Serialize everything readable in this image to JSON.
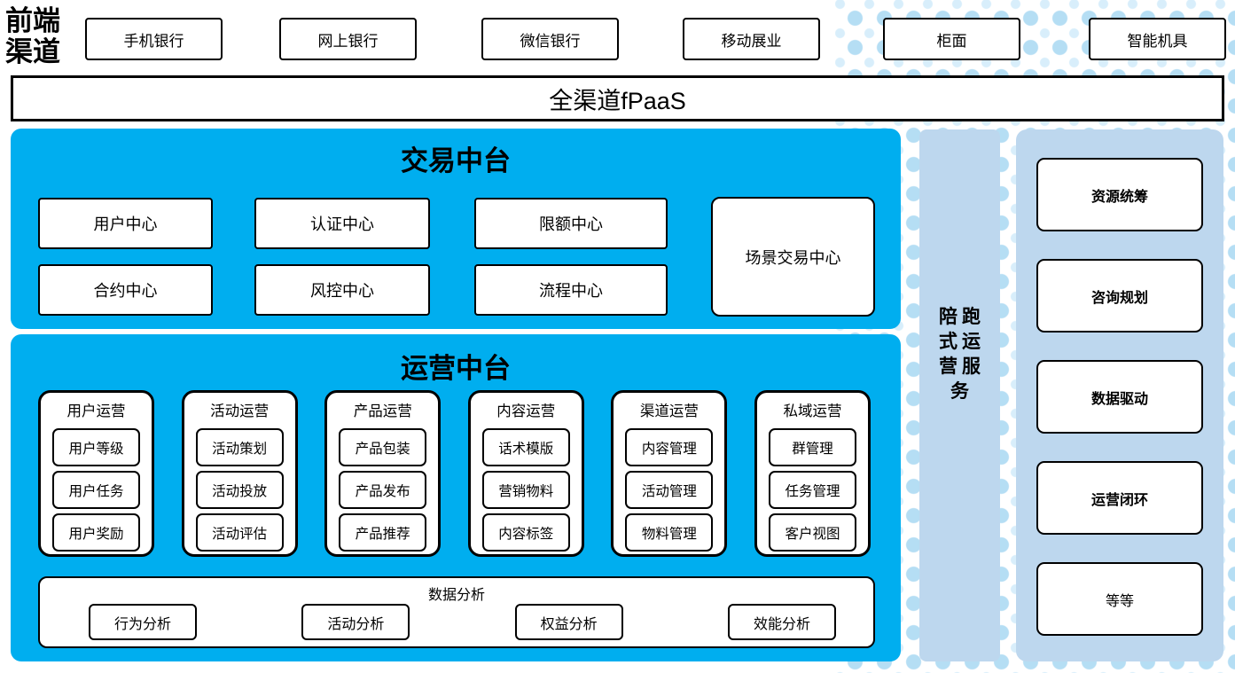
{
  "front_channels": {
    "label": "前端\n渠道",
    "items": [
      "手机银行",
      "网上银行",
      "微信银行",
      "移动展业",
      "柜面",
      "智能机具"
    ]
  },
  "fpaas": {
    "label": "全渠道fPaaS"
  },
  "trade": {
    "title": "交易中台",
    "centers": [
      "用户中心",
      "认证中心",
      "限额中心",
      "合约中心",
      "风控中心",
      "流程中心"
    ],
    "scene_center": "场景交易中心"
  },
  "ops": {
    "title": "运营中台",
    "groups": [
      {
        "title": "用户运营",
        "items": [
          "用户等级",
          "用户任务",
          "用户奖励"
        ]
      },
      {
        "title": "活动运营",
        "items": [
          "活动策划",
          "活动投放",
          "活动评估"
        ]
      },
      {
        "title": "产品运营",
        "items": [
          "产品包装",
          "产品发布",
          "产品推荐"
        ]
      },
      {
        "title": "内容运营",
        "items": [
          "话术模版",
          "营销物料",
          "内容标签"
        ]
      },
      {
        "title": "渠道运营",
        "items": [
          "内容管理",
          "活动管理",
          "物料管理"
        ]
      },
      {
        "title": "私域运营",
        "items": [
          "群管理",
          "任务管理",
          "客户视图"
        ]
      }
    ],
    "analysis": {
      "title": "数据分析",
      "items": [
        "行为分析",
        "活动分析",
        "权益分析",
        "效能分析"
      ]
    }
  },
  "escort": {
    "label": "陪跑式运营服务",
    "display": "陪跑\n式运\n营服\n务"
  },
  "services": [
    {
      "label": "资源统筹",
      "bold": true
    },
    {
      "label": "咨询规划",
      "bold": true
    },
    {
      "label": "数据驱动",
      "bold": true
    },
    {
      "label": "运营闭环",
      "bold": true
    },
    {
      "label": "等等",
      "bold": false
    }
  ],
  "colors": {
    "panel_cyan": "#00AEEF",
    "panel_light_blue": "#BDD7EE",
    "dot_blue": "#B5DEF4",
    "border": "#000000"
  }
}
